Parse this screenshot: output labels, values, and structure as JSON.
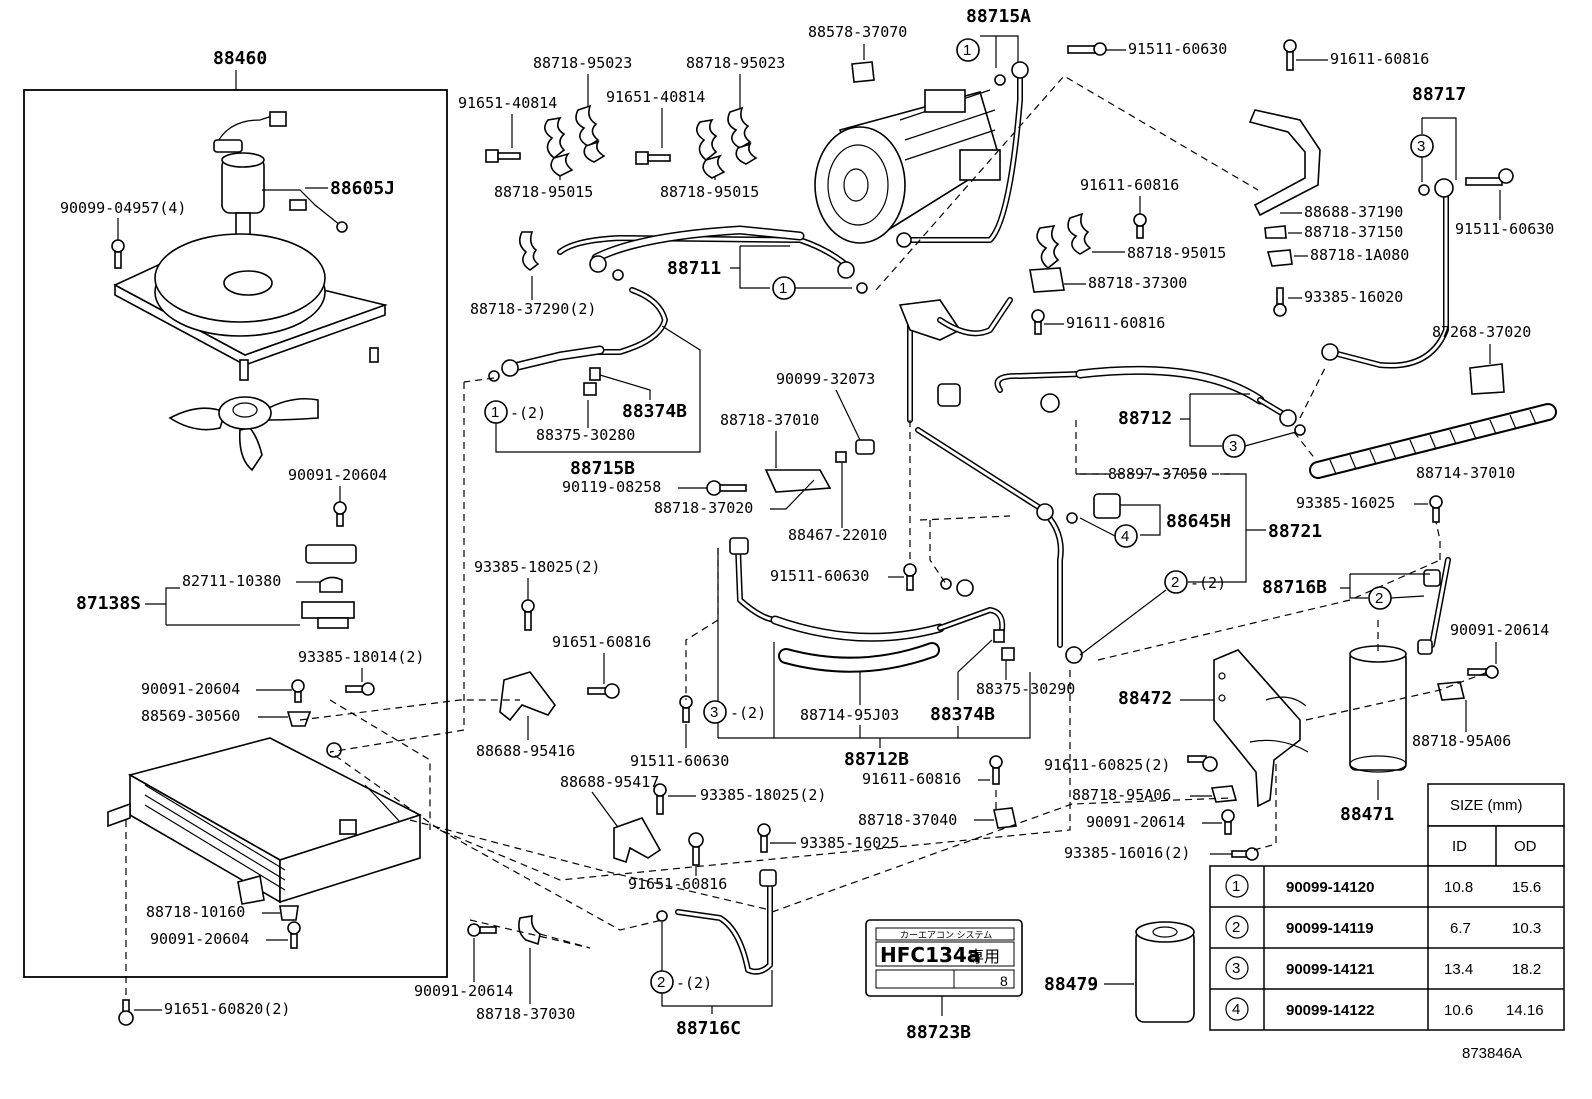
{
  "diagram_id": "873846A",
  "labels": {
    "p88460": "88460",
    "p88605J": "88605J",
    "p90099_04957": "90099-04957(4)",
    "p90091_20604a": "90091-20604",
    "p87138S": "87138S",
    "p82711": "82711-10380",
    "p93385_18014": "93385-18014(2)",
    "p90091_20604b": "90091-20604",
    "p88569": "88569-30560",
    "p88718_10160": "88718-10160",
    "p90091_20604c": "90091-20604",
    "p91651_60820": "91651-60820(2)",
    "p88718_95023a": "88718-95023",
    "p88718_95023b": "88718-95023",
    "p91651_40814a": "91651-40814",
    "p91651_40814b": "91651-40814",
    "p88718_95015a": "88718-95015",
    "p88718_95015b": "88718-95015",
    "p88718_37290": "88718-37290(2)",
    "p88711": "88711",
    "p88374B_a": "88374B",
    "p88375_30280": "88375-30280",
    "p88715B": "88715B",
    "c1_2_label": "-(2)",
    "p88578": "88578-37070",
    "p88715A": "88715A",
    "p91511_60630a": "91511-60630",
    "p91611_60816a": "91611-60816",
    "p88717": "88717",
    "p91511_60630b": "91511-60630",
    "p88688_37190": "88688-37190",
    "p88718_37150": "88718-37150",
    "p88718_1A080": "88718-1A080",
    "p93385_16020": "93385-16020",
    "p91611_60816b": "91611-60816",
    "p88718_95015c": "88718-95015",
    "p88718_37300": "88718-37300",
    "p91611_60816c": "91611-60816",
    "p87268": "87268-37020",
    "p88712": "88712",
    "p88714_37010": "88714-37010",
    "p90099_32073": "90099-32073",
    "p88718_37010": "88718-37010",
    "p90119": "90119-08258",
    "p88718_37020": "88718-37020",
    "p88467": "88467-22010",
    "p88897": "88897-37050",
    "p88645H": "88645H",
    "p88721": "88721",
    "p93385_16025a": "93385-16025",
    "p91511_60630c": "91511-60630",
    "c2_2_label": "-(2)",
    "p88716B": "88716B",
    "p90091_20614a": "90091-20614",
    "p93385_18025a": "93385-18025(2)",
    "p91651_60816a": "91651-60816",
    "p88688_95416": "88688-95416",
    "p91511_60630d": "91511-60630",
    "c3_2_label": "-(2)",
    "p88714_95J03": "88714-95J03",
    "p88374B_b": "88374B",
    "p88375_30290": "88375-30290",
    "p88712B": "88712B",
    "p88472": "88472",
    "p91611_60825": "91611-60825(2)",
    "p88718_95A06a": "88718-95A06",
    "p88718_95A06b": "88718-95A06",
    "p88471": "88471",
    "p90091_20614b": "90091-20614",
    "p93385_16016": "93385-16016(2)",
    "p91611_60816d": "91611-60816",
    "p88718_37040": "88718-37040",
    "p88688_95417": "88688-95417",
    "p93385_18025b": "93385-18025(2)",
    "p93385_16025b": "93385-16025",
    "p91651_60816b": "91651-60816",
    "p90091_20614c": "90091-20614",
    "p88718_37030": "88718-37030",
    "c2b_2_label": "-(2)",
    "p88716C": "88716C",
    "p88723B": "88723B",
    "p88479": "88479"
  },
  "circle_markers": {
    "one": "1",
    "two": "2",
    "three": "3",
    "four": "4"
  },
  "sticker": {
    "top_text": "カーエアコン システム",
    "main_text": "HFC134a",
    "kanji": "専用",
    "number": "8"
  },
  "size_table": {
    "title": "SIZE (mm)",
    "headers": [
      "ID",
      "OD"
    ],
    "rows": [
      {
        "mark": "1",
        "part": "90099-14120",
        "id": "10.8",
        "od": "15.6"
      },
      {
        "mark": "2",
        "part": "90099-14119",
        "id": "6.7",
        "od": "10.3"
      },
      {
        "mark": "3",
        "part": "90099-14121",
        "id": "13.4",
        "od": "18.2"
      },
      {
        "mark": "4",
        "part": "90099-14122",
        "id": "10.6",
        "od": "14.16"
      }
    ]
  }
}
